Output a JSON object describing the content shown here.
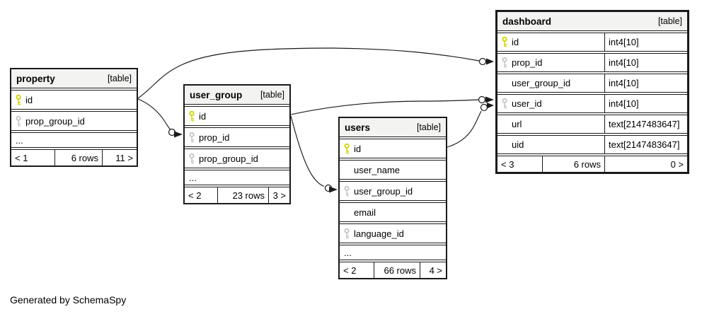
{
  "diagram": {
    "credit": "Generated by SchemaSpy",
    "colors": {
      "primary_key": "#d4d400",
      "foreign_key": "#c6c6c6",
      "header_bg": "#f3f3f2",
      "border": "#1a1a1a"
    },
    "relationships": [
      {
        "from": "property.id",
        "to": "dashboard.prop_id"
      },
      {
        "from": "property.id",
        "to": "user_group.prop_id"
      },
      {
        "from": "user_group.id",
        "to": "dashboard.user_id"
      },
      {
        "from": "user_group.id",
        "to": "users.user_group_id"
      },
      {
        "from": "users.id",
        "to": "dashboard.user_id"
      }
    ]
  },
  "tables": [
    {
      "name": "property",
      "type_label": "[table]",
      "ellipsis": "...",
      "columns": [
        {
          "name": "id",
          "key": "primary"
        },
        {
          "name": "prop_group_id",
          "key": "foreign"
        }
      ],
      "footer": {
        "prev": "< 1",
        "rows": "6 rows",
        "next": "11 >"
      }
    },
    {
      "name": "user_group",
      "type_label": "[table]",
      "ellipsis": "...",
      "columns": [
        {
          "name": "id",
          "key": "primary"
        },
        {
          "name": "prop_id",
          "key": "foreign"
        },
        {
          "name": "prop_group_id",
          "key": "foreign"
        }
      ],
      "footer": {
        "prev": "< 2",
        "rows": "23 rows",
        "next": "3 >"
      }
    },
    {
      "name": "users",
      "type_label": "[table]",
      "ellipsis": "...",
      "columns": [
        {
          "name": "id",
          "key": "primary"
        },
        {
          "name": "user_name",
          "key": "none"
        },
        {
          "name": "user_group_id",
          "key": "foreign"
        },
        {
          "name": "email",
          "key": "none"
        },
        {
          "name": "language_id",
          "key": "foreign"
        }
      ],
      "footer": {
        "prev": "< 2",
        "rows": "66 rows",
        "next": "4 >"
      }
    },
    {
      "name": "dashboard",
      "type_label": "[table]",
      "columns": [
        {
          "name": "id",
          "key": "primary",
          "type": "int4[10]"
        },
        {
          "name": "prop_id",
          "key": "foreign",
          "type": "int4[10]"
        },
        {
          "name": "user_group_id",
          "key": "none",
          "type": "int4[10]"
        },
        {
          "name": "user_id",
          "key": "foreign",
          "type": "int4[10]"
        },
        {
          "name": "url",
          "key": "none",
          "type": "text[2147483647]"
        },
        {
          "name": "uid",
          "key": "none",
          "type": "text[2147483647]"
        }
      ],
      "footer": {
        "prev": "< 3",
        "rows": "6 rows",
        "next": "0 >"
      }
    }
  ]
}
